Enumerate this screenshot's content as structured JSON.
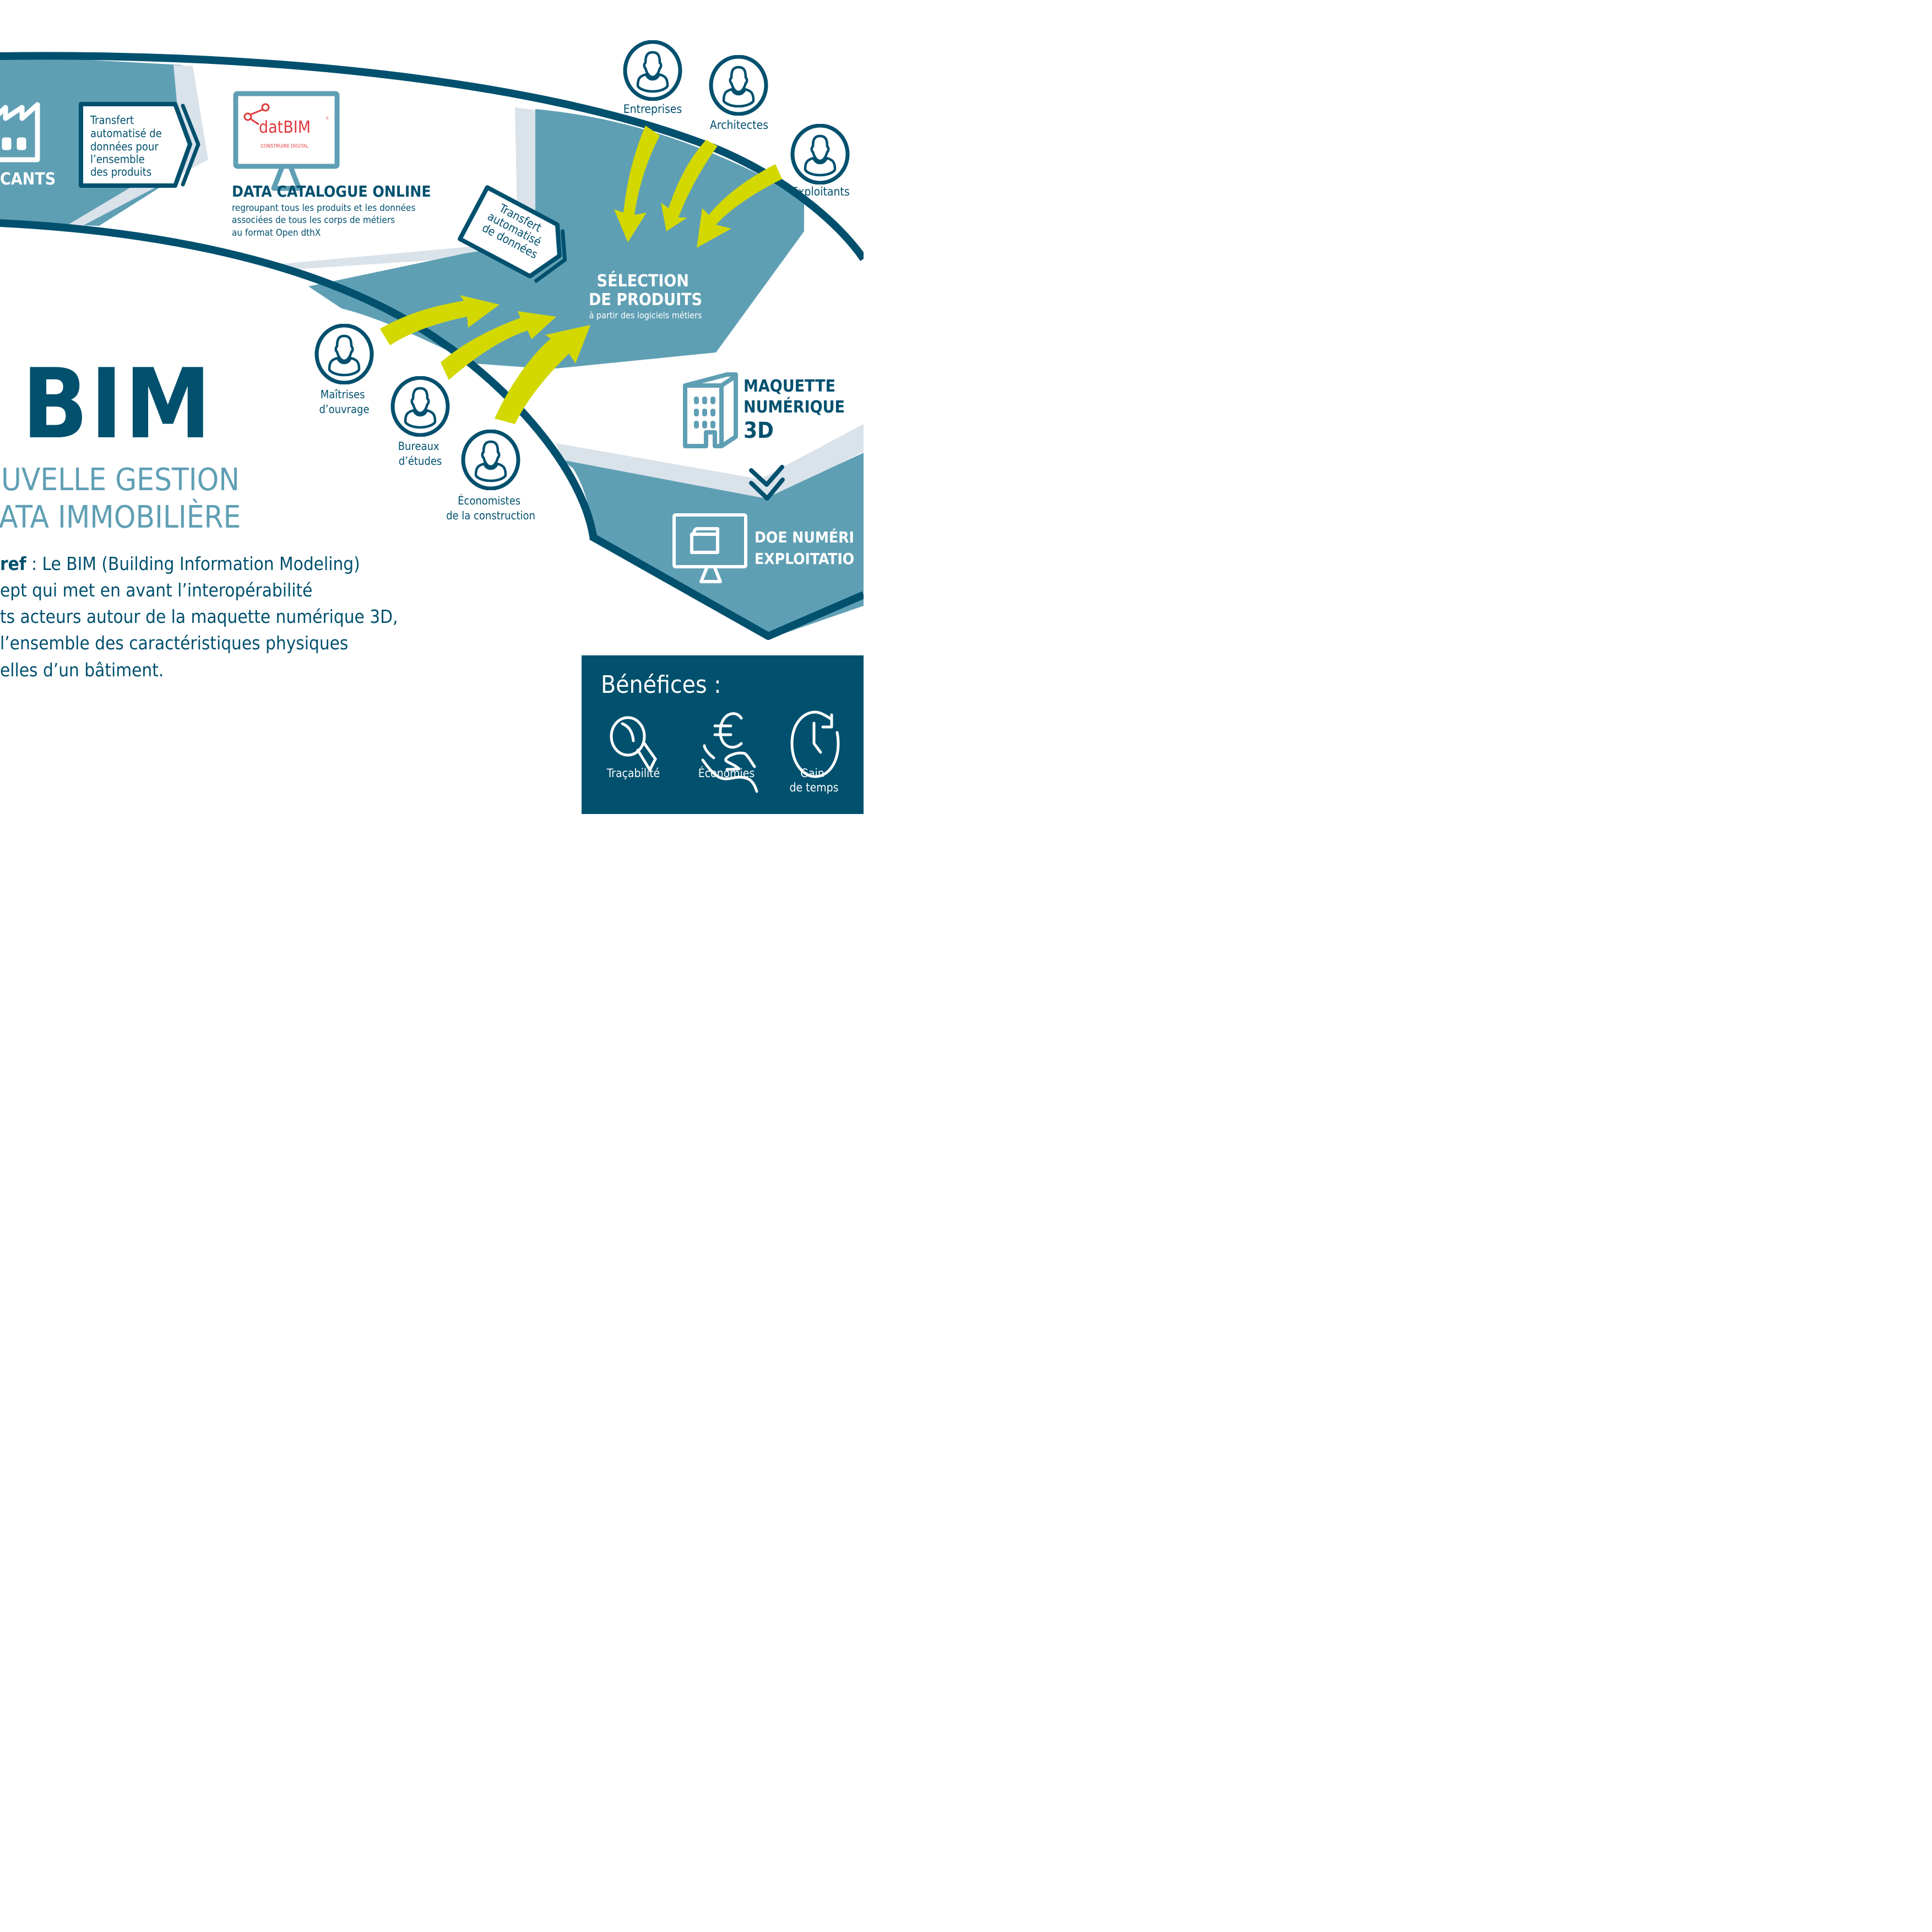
{
  "colors": {
    "dark_blue": "#00506e",
    "mid_blue": "#5f9fb4",
    "light_grey_blue": "#dae2ea",
    "lime": "#d2d800",
    "datbim_red": "#e03a3e",
    "white": "#ffffff"
  },
  "fabricants": {
    "label": "CANTS",
    "icon": "factory-icon"
  },
  "transfer_box_1": {
    "lines": [
      "Transfert",
      "automatisé de",
      "données pour",
      "l’ensemble",
      "des produits"
    ]
  },
  "datbim": {
    "logo_text": "datBIM",
    "copyright": "©",
    "tagline": "CONSTRUIRE DIGITAL",
    "icon": "monitor-icon"
  },
  "catalogue": {
    "title": "DATA CATALOGUE ONLINE",
    "lines": [
      "regroupant tous les produits et les données",
      "associées de tous les corps de métiers",
      "au format Open dthX"
    ]
  },
  "transfer_box_2": {
    "lines": [
      "Transfert",
      "automatisé",
      "de données"
    ]
  },
  "selection": {
    "title_lines": [
      "SÉLECTION",
      "DE PRODUITS"
    ],
    "subtitle": "à partir des logiciels métiers"
  },
  "actors_top": [
    {
      "label": "Entreprises",
      "icon": "person-icon"
    },
    {
      "label": "Architectes",
      "icon": "person-icon"
    },
    {
      "label": "Exploitants",
      "icon": "person-icon"
    }
  ],
  "actors_bottom": [
    {
      "label_lines": [
        "Maîtrises",
        "d’ouvrage"
      ],
      "icon": "person-icon"
    },
    {
      "label_lines": [
        "Bureaux",
        "d’études"
      ],
      "icon": "person-icon"
    },
    {
      "label_lines": [
        "Économistes",
        "de la construction"
      ],
      "icon": "person-icon"
    }
  ],
  "maquette": {
    "lines": [
      "MAQUETTE",
      "NUMÉRIQUE",
      "3D"
    ],
    "icon": "building-icon"
  },
  "doe": {
    "lines": [
      "DOE NUMÉRI",
      "EXPLOITATIO"
    ],
    "icon": "monitor-folder-icon"
  },
  "bim": {
    "title": "BIM",
    "subtitle_lines": [
      "UVELLE GESTION",
      "ATA IMMOBILIÈRE"
    ],
    "description_bold": "ref",
    "description_lines": [
      " : Le BIM (Building Information Modeling)",
      "ept qui met en avant l’interopérabilité",
      "ts acteurs autour de la maquette numérique 3D,",
      " l’ensemble des caractéristiques physiques",
      "elles d’un bâtiment."
    ]
  },
  "benefices": {
    "title": "Bénéfices :",
    "items": [
      {
        "label_lines": [
          "Traçabilité"
        ],
        "icon": "magnifier-icon"
      },
      {
        "label_lines": [
          "Économies"
        ],
        "icon": "euro-hand-icon"
      },
      {
        "label_lines": [
          "Gain",
          "de temps"
        ],
        "icon": "clock-icon"
      }
    ]
  }
}
